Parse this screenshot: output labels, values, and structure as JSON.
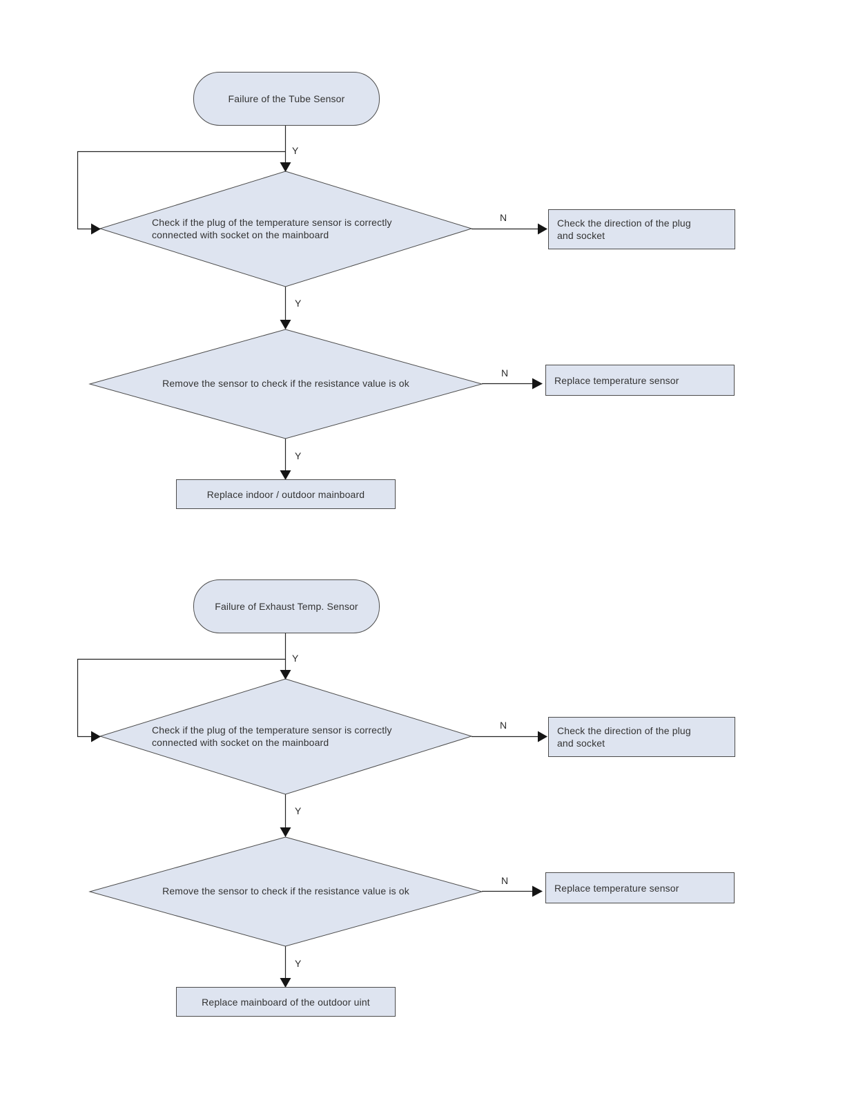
{
  "colors": {
    "node_fill": "#dee4f0",
    "node_border": "#4a4a4a",
    "connector": "#222222",
    "text": "#333333"
  },
  "charts": [
    {
      "id": "tube-sensor",
      "start_label": "Failure of the Tube Sensor",
      "yes_label": "Y",
      "no_label": "N",
      "decision1": {
        "line1": "Check if the plug of the temperature sensor is correctly",
        "line2": "connected with socket on the mainboard"
      },
      "decision1_no_action": {
        "line1": "Check the direction of the plug",
        "line2": "and socket"
      },
      "decision2": "Remove the sensor to check if the resistance value is ok",
      "decision2_no_action": "Replace temperature sensor",
      "final_action": "Replace indoor / outdoor mainboard"
    },
    {
      "id": "exhaust-temp-sensor",
      "start_label": "Failure of Exhaust Temp. Sensor",
      "yes_label": "Y",
      "no_label": "N",
      "decision1": {
        "line1": "Check if the plug of the temperature sensor is correctly",
        "line2": "connected with socket on the mainboard"
      },
      "decision1_no_action": {
        "line1": "Check the direction of the plug",
        "line2": "and socket"
      },
      "decision2": "Remove the sensor to check if the resistance value is ok",
      "decision2_no_action": "Replace temperature sensor",
      "final_action": "Replace mainboard of the outdoor uint"
    }
  ]
}
